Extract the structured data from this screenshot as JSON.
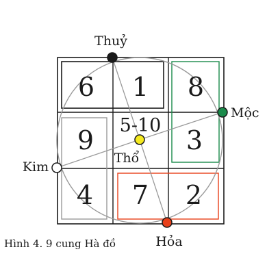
{
  "grid": {
    "cells": [
      "6",
      "1",
      "8",
      "9",
      "5-10",
      "3",
      "4",
      "7",
      "2"
    ]
  },
  "elements": {
    "north": {
      "label": "Thuỷ",
      "color": "#1a1a1a"
    },
    "east": {
      "label": "Mộc",
      "color": "#1a8a4a"
    },
    "center": {
      "label": "Thổ",
      "color": "#f5ea1f"
    },
    "west": {
      "label": "Kim",
      "color": "#ffffff"
    },
    "south": {
      "label": "Hỏa",
      "color": "#e8401a"
    }
  },
  "groups": {
    "top_pair_color": "#1a1a1a",
    "right_pair_color": "#1a8a4a",
    "left_pair_color": "#9a9a9a",
    "bottom_pair_color": "#e8401a"
  },
  "caption": "Hình 4. 9 cung Hà đồ"
}
